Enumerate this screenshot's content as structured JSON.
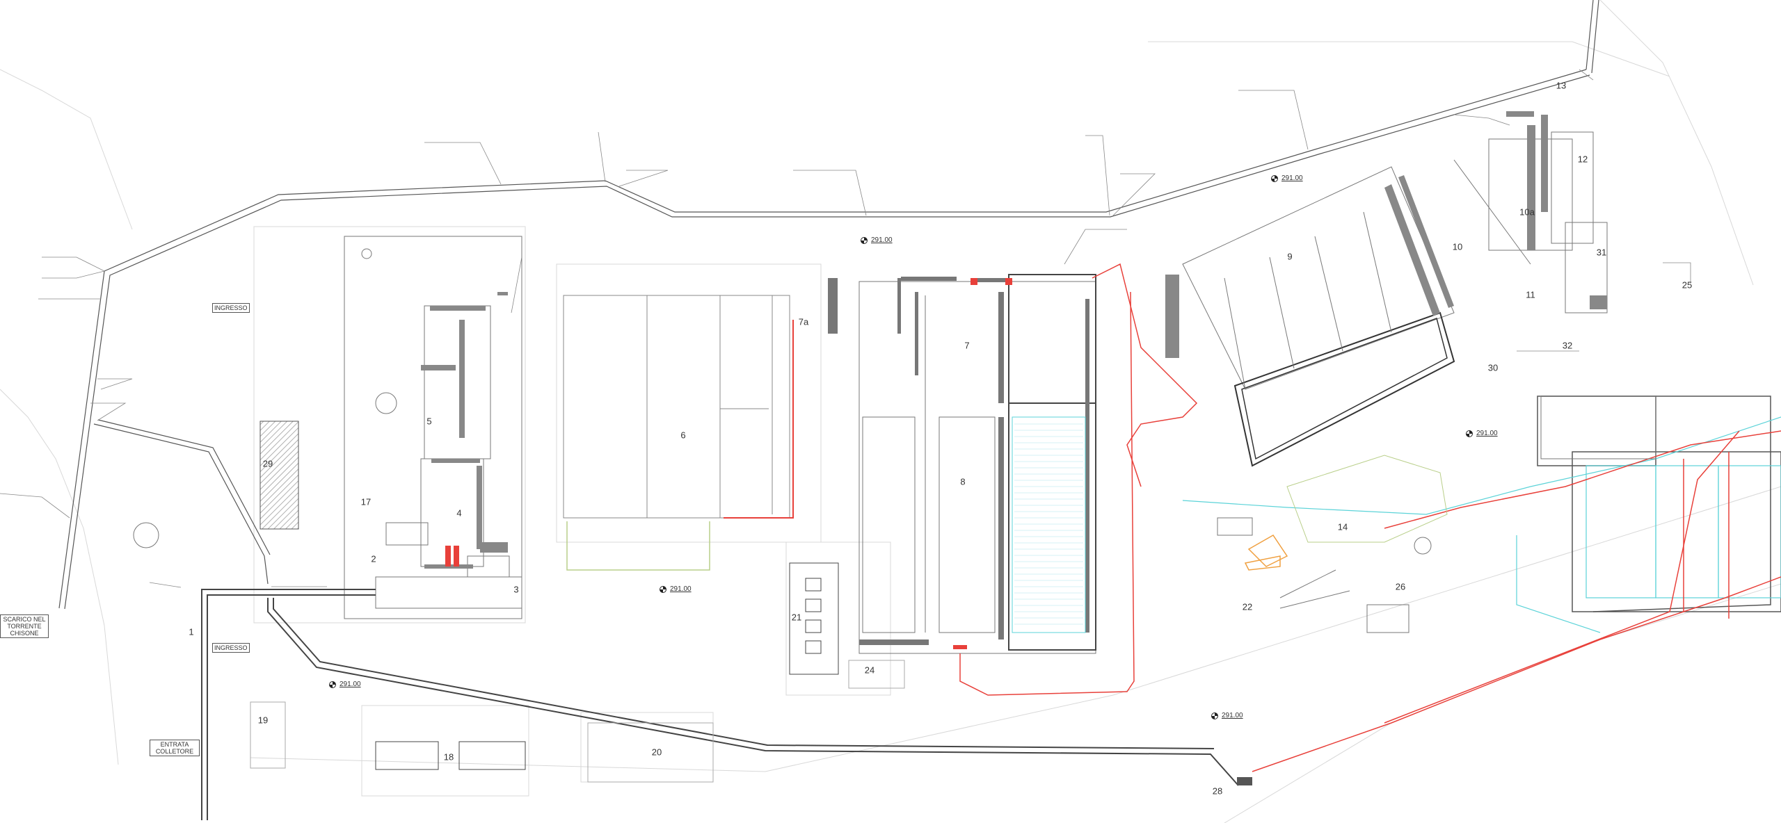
{
  "zones": [
    {
      "id": "z1",
      "label": "1"
    },
    {
      "id": "z2",
      "label": "2"
    },
    {
      "id": "z3",
      "label": "3"
    },
    {
      "id": "z4",
      "label": "4"
    },
    {
      "id": "z5",
      "label": "5"
    },
    {
      "id": "z6",
      "label": "6"
    },
    {
      "id": "z7",
      "label": "7"
    },
    {
      "id": "z7a",
      "label": "7a"
    },
    {
      "id": "z8",
      "label": "8"
    },
    {
      "id": "z9",
      "label": "9"
    },
    {
      "id": "z10",
      "label": "10"
    },
    {
      "id": "z10a",
      "label": "10a"
    },
    {
      "id": "z11",
      "label": "11"
    },
    {
      "id": "z12",
      "label": "12"
    },
    {
      "id": "z13",
      "label": "13"
    },
    {
      "id": "z14",
      "label": "14"
    },
    {
      "id": "z17",
      "label": "17"
    },
    {
      "id": "z18",
      "label": "18"
    },
    {
      "id": "z19",
      "label": "19"
    },
    {
      "id": "z20",
      "label": "20"
    },
    {
      "id": "z21",
      "label": "21"
    },
    {
      "id": "z22",
      "label": "22"
    },
    {
      "id": "z24",
      "label": "24"
    },
    {
      "id": "z25",
      "label": "25"
    },
    {
      "id": "z26",
      "label": "26"
    },
    {
      "id": "z28",
      "label": "28"
    },
    {
      "id": "z29",
      "label": "29"
    },
    {
      "id": "z30",
      "label": "30"
    },
    {
      "id": "z31",
      "label": "31"
    },
    {
      "id": "z32",
      "label": "32"
    }
  ],
  "elevation": "291.00",
  "entrances": {
    "ingresso_top": "INGRESSO",
    "ingresso_bottom": "INGRESSO"
  },
  "callouts": {
    "scarico": [
      "SCARICO NEL",
      "TORRENTE",
      "CHISONE"
    ],
    "entrata": [
      "ENTRATA",
      "COLLETORE"
    ]
  },
  "colors": {
    "line": "#555555",
    "pipe_red": "#e8403a",
    "pipe_cyan": "#5bd3d8",
    "pipe_orange": "#f0a040",
    "pipe_green": "#b9cf8a",
    "hatch": "#999999"
  }
}
